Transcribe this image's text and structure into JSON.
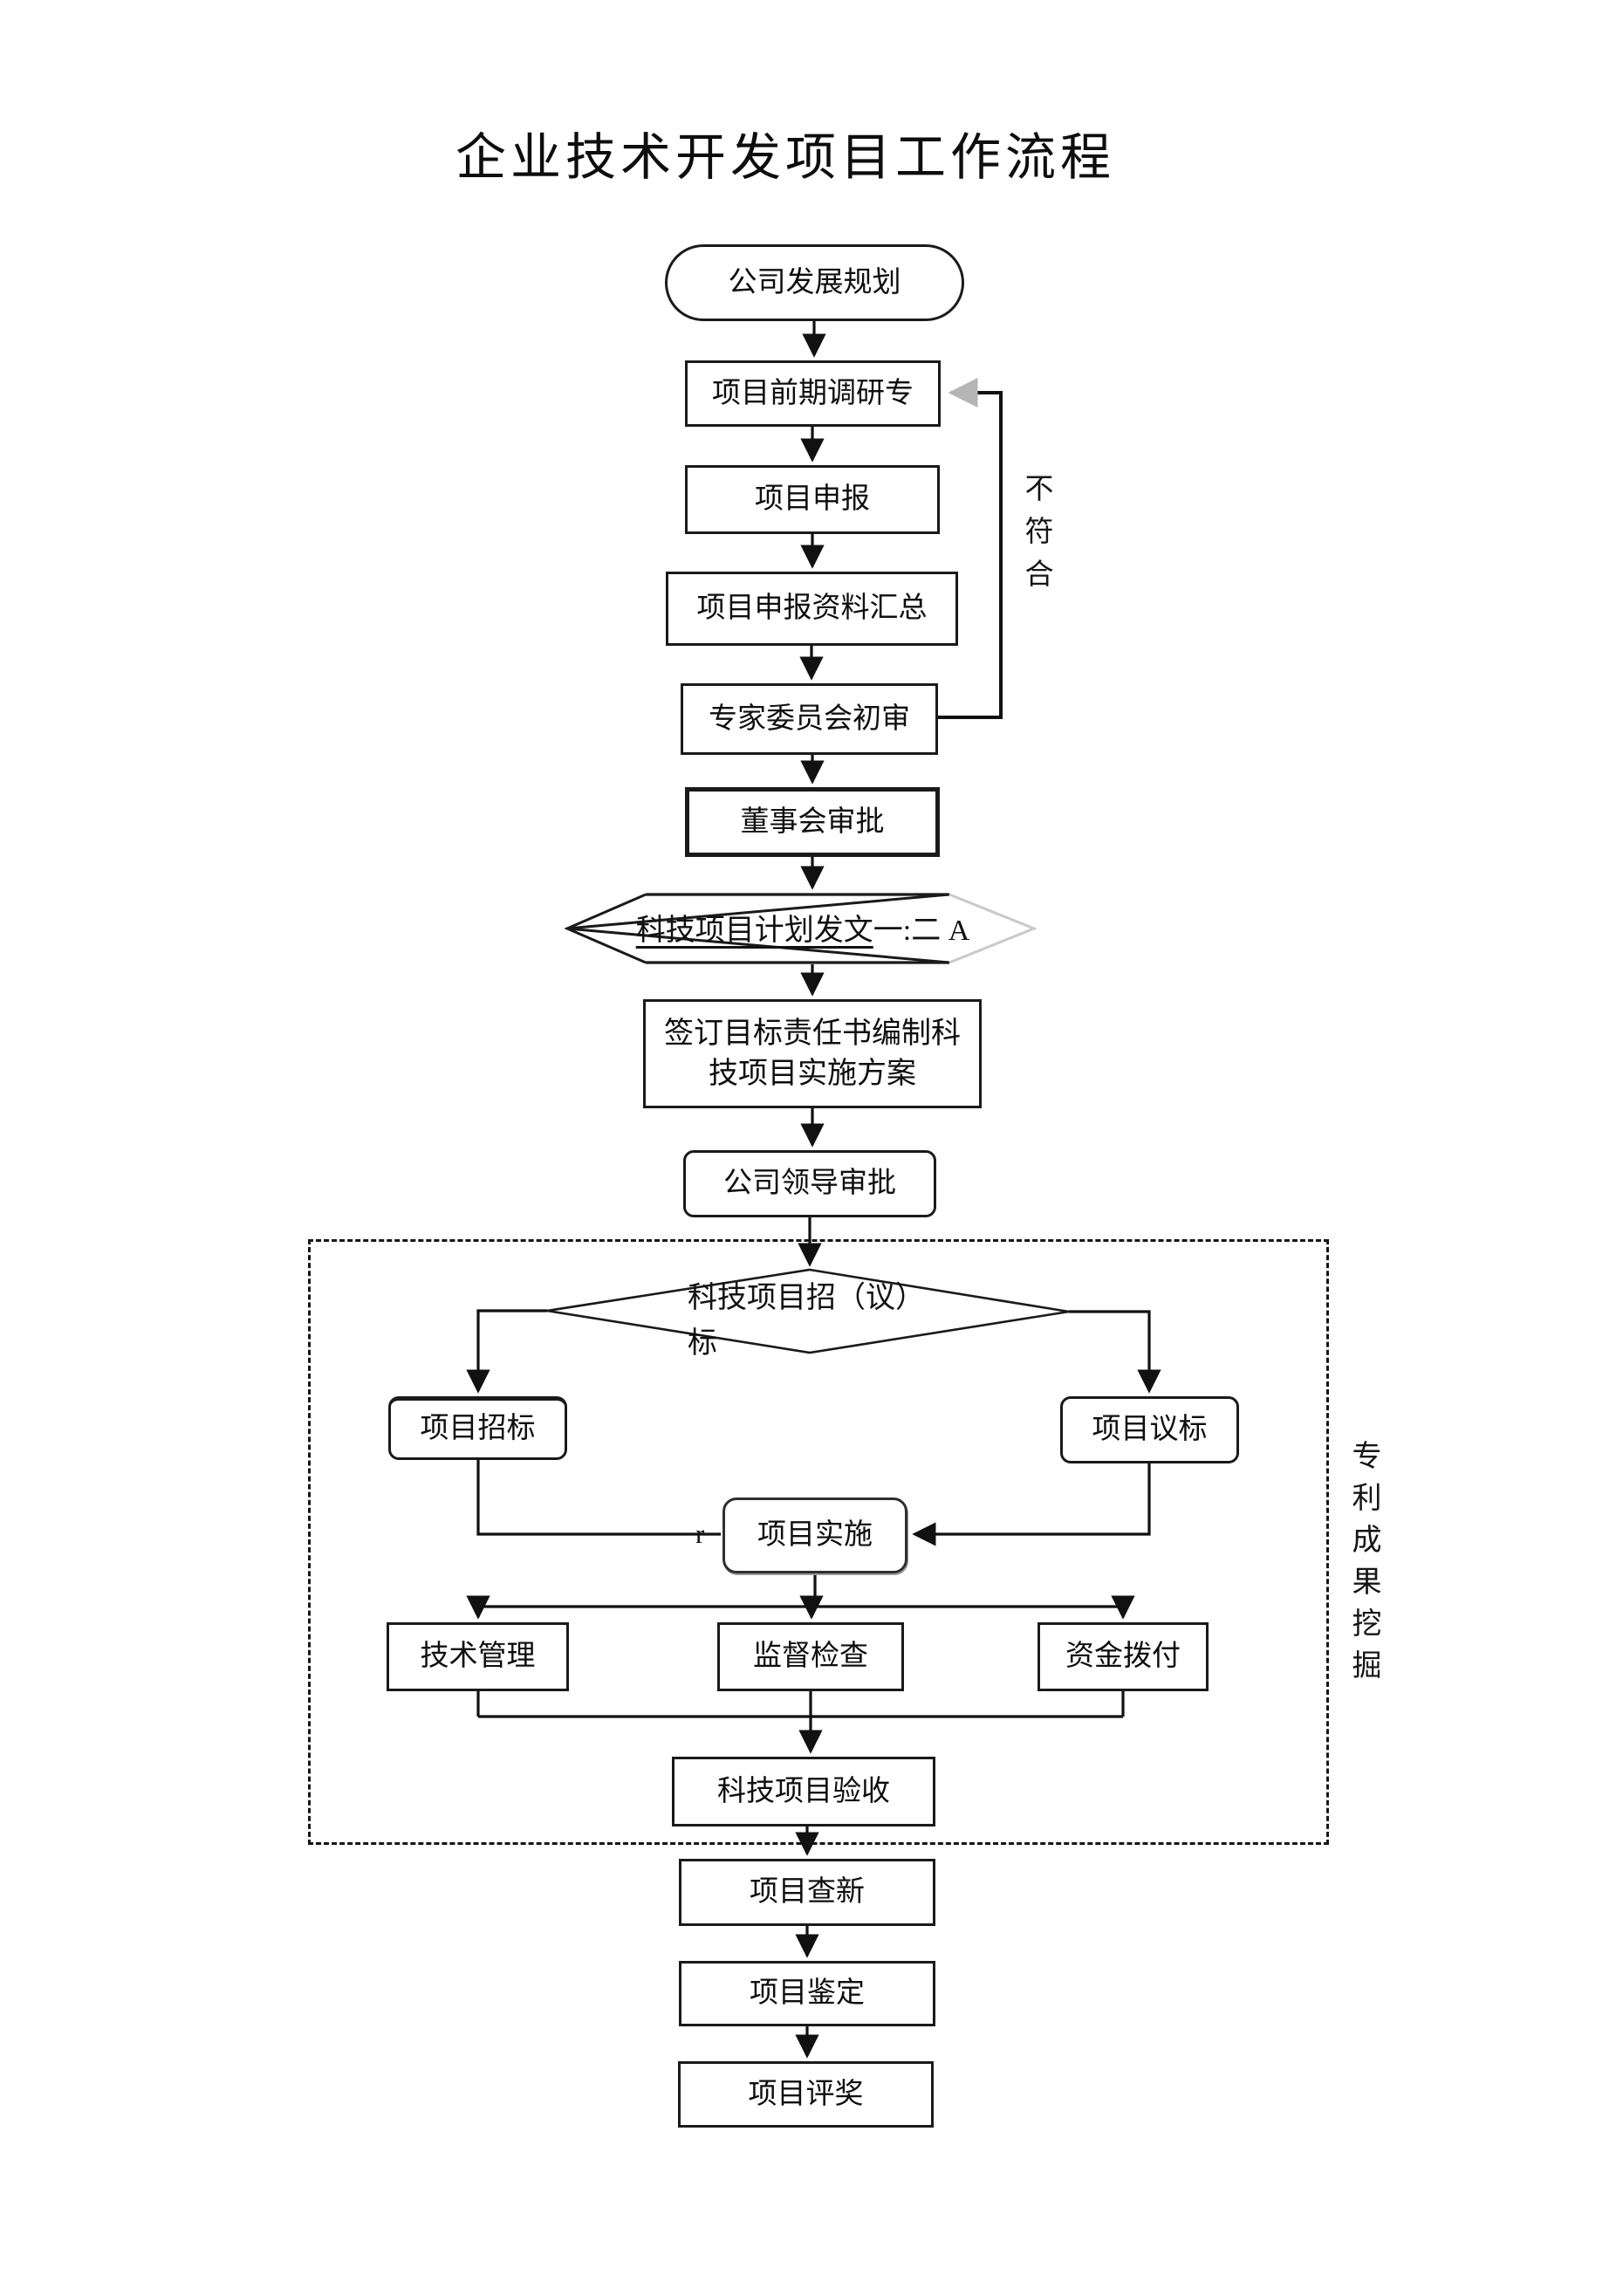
{
  "title": "企业技术开发项目工作流程",
  "flowchart": {
    "nodes": {
      "company_plan": "公司发展规划",
      "preliminary_research": "项目前期调研专",
      "project_application": "项目申报",
      "application_materials": "项目申报资料汇总",
      "expert_committee_review": "专家委员会初审",
      "board_approval": "董事会审批",
      "plan_issuance_underlined": "科技项目计划发文",
      "plan_issuance_suffix": "一:二 A",
      "responsibility_agreement_line1": "签订目标责任书编制科",
      "responsibility_agreement_line2": "技项目实施方案",
      "leadership_approval": "公司领导审批",
      "bidding_decision_line1": "科技项目招（议）",
      "bidding_decision_line2": "标",
      "project_bidding": "项目招标",
      "project_negotiation": "项目议标",
      "implementation_prefix": "r",
      "implementation": "项目实施",
      "tech_management": "技术管理",
      "supervision_check": "监督检查",
      "fund_allocation": "资金拨付",
      "project_acceptance": "科技项目验收",
      "novelty_search": "项目查新",
      "project_appraisal": "项目鉴定",
      "project_awards": "项目评奖"
    },
    "edge_labels": {
      "not_conform": "不符合",
      "patent_mining": "专利成果挖掘"
    },
    "colors": {
      "stroke": "#1a1a1a",
      "faded_gray": "#b5b5b5",
      "background": "#ffffff"
    }
  }
}
